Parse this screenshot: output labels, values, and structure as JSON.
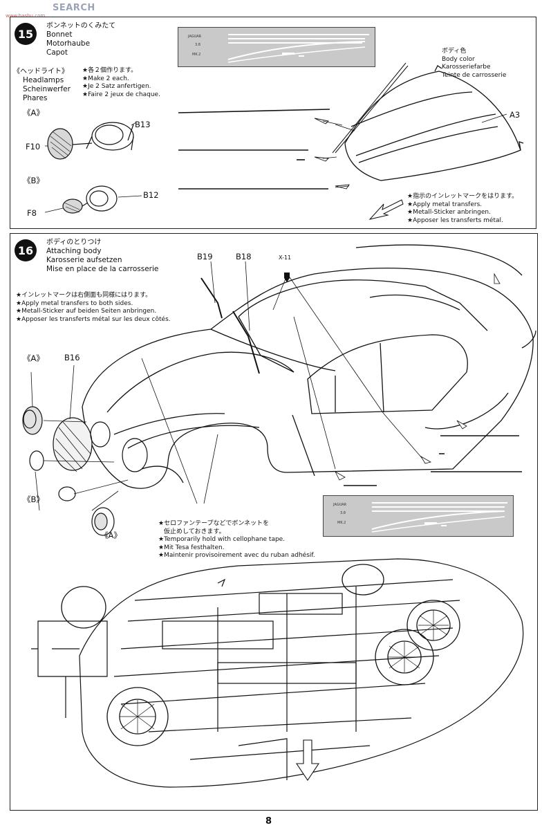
{
  "watermark": {
    "text": "SEARCH",
    "sub": "www.hasbu.com"
  },
  "step15": {
    "number": "15",
    "title_jp": "ボンネットのくみたて",
    "title_en": "Bonnet",
    "title_de": "Motorhaube",
    "title_fr": "Capot",
    "headlamps": {
      "title_jp": "《ヘッドライト》",
      "title_en": "Headlamps",
      "title_de": "Scheinwerfer",
      "title_fr": "Phares"
    },
    "make_note": {
      "jp": "★各２個作ります。",
      "en": "★Make 2 each.",
      "de": "★Je 2 Satz anfertigen.",
      "fr": "★Faire 2 jeux de chaque."
    },
    "labels": {
      "a": "《A》",
      "b": "《B》",
      "b13": "B13",
      "b12": "B12",
      "f10": "F10",
      "f8": "F8",
      "a3": "A3"
    },
    "body_color": {
      "jp": "ボディ色",
      "en": "Body color",
      "de": "Karosseriefarbe",
      "fr": "Teinte de carrosserie"
    },
    "transfer_note": {
      "jp": "★指示のインレットマークをはります。",
      "en": "★Apply metal transfers.",
      "de": "★Metall-Sticker anbringen.",
      "fr": "★Apposer les transferts métal."
    },
    "decal_text": {
      "l1": "JAGUAR",
      "l2": "3.8",
      "l3": "MK.2"
    }
  },
  "step16": {
    "number": "16",
    "title_jp": "ボディのとりつけ",
    "title_en": "Attaching body",
    "title_de": "Karosserie aufsetzen",
    "title_fr": "Mise en place de la carrosserie",
    "both_sides_note": {
      "jp": "★インレットマークは右側面も同様にはります。",
      "en": "★Apply metal transfers to both sides.",
      "de": "★Metall-Sticker auf beiden Seiten anbringen.",
      "fr": "★Apposer les transferts métal sur les deux côtés."
    },
    "tape_note": {
      "jp1": "★セロファンテープなどでボンネットを",
      "jp2": "仮止めしておきます。",
      "en": "★Temporarily hold with cellophane tape.",
      "de": "★Mit Tesa festhalten.",
      "fr": "★Maintenir provisoirement avec du ruban adhésif."
    },
    "labels": {
      "b19": "B19",
      "b18": "B18",
      "x11": "X-11",
      "a_top": "《A》",
      "b16": "B16",
      "b": "《B》",
      "a_bottom": "《A》"
    },
    "decal_text": {
      "l1": "JAGUAR",
      "l2": "3.8",
      "l3": "MK.2"
    }
  },
  "page_number": "8"
}
